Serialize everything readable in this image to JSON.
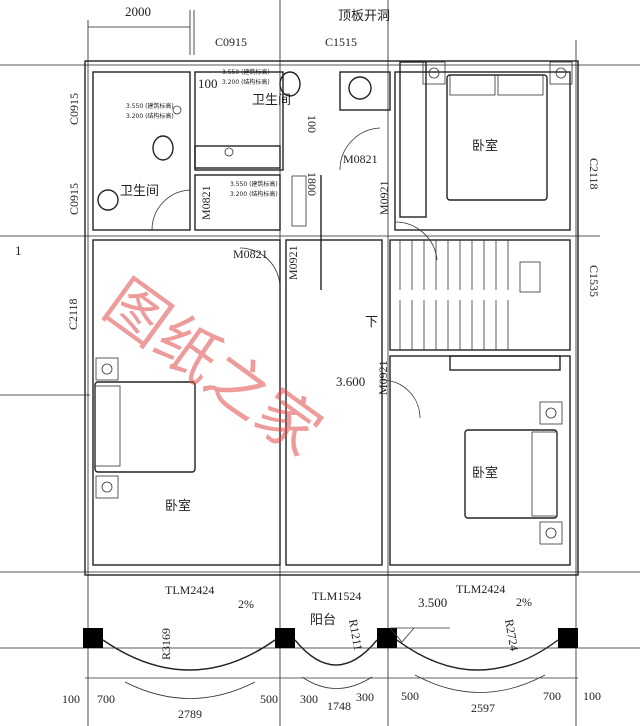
{
  "dimensions_top": {
    "width_2000": "2000",
    "roof_opening": "顶板开洞"
  },
  "windows": {
    "top_left": "C0915",
    "top_mid": "C1515",
    "left_upper": "C0915",
    "left_lower": "C0915",
    "right_upper": "C2118",
    "left_bedroom": "C2118",
    "stair": "C1535"
  },
  "doors": {
    "bath_mid": "M0821",
    "corridor": "M0821",
    "bed_top_right": "M0921",
    "bed_left_top": "M0821",
    "bed_left": "M0921",
    "bed_right": "M0921"
  },
  "rooms": {
    "bath_1": "卫生间",
    "bath_2": "卫生间",
    "bedroom_tr": "卧室",
    "bedroom_br": "卧室",
    "bedroom_l": "卧室",
    "balcony": "阳台"
  },
  "elevations": {
    "arch": "3.550 (建筑标高)",
    "struct": "3.200 (结构标高)",
    "floor": "3.600",
    "balcony": "3.500"
  },
  "misc": {
    "dim_100_a": "100",
    "dim_100_b": "100",
    "dim_1800": "1800",
    "axis_1": "1",
    "stair_down": "下"
  },
  "balcony": {
    "door_left": "TLM2424",
    "door_mid": "TLM1524",
    "door_right": "TLM2424",
    "slope_left": "2%",
    "slope_right": "2%",
    "radius_left": "R3169",
    "radius_mid": "R1211",
    "radius_right": "R2724"
  },
  "dimensions_bottom": [
    "100",
    "700",
    "2789",
    "500",
    "300",
    "1748",
    "300",
    "500",
    "2597",
    "700",
    "100"
  ],
  "watermark": "图纸之家",
  "colors": {
    "lines": "#222222",
    "watermark": "#e04848"
  }
}
